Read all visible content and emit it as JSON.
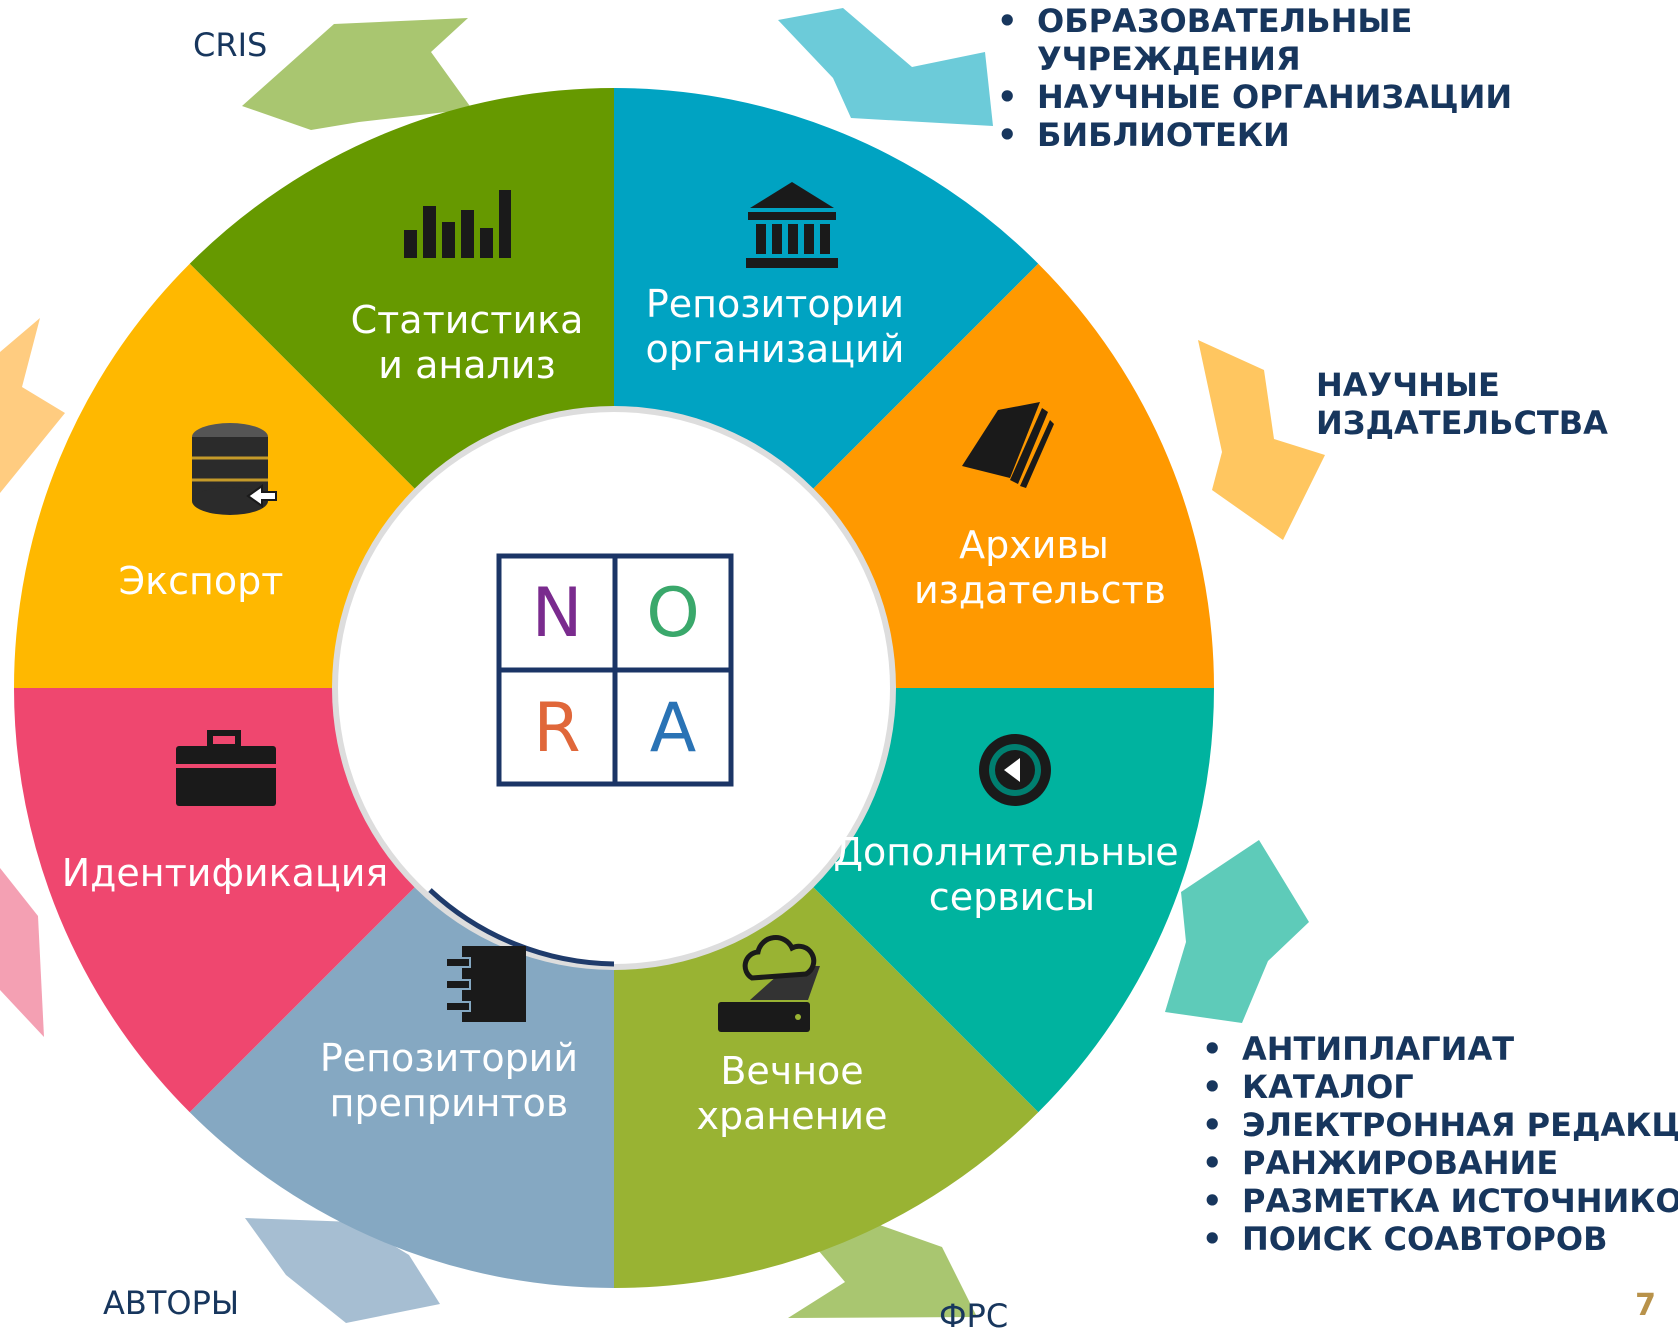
{
  "center_logo": {
    "letters": [
      "N",
      "O",
      "R",
      "A"
    ]
  },
  "segments": {
    "stats": {
      "line1": "Статистика",
      "line2": "и анализ"
    },
    "org_repos": {
      "line1": "Репозитории",
      "line2": "организаций"
    },
    "publisher_archives": {
      "line1": "Архивы",
      "line2": "издательств"
    },
    "extra_services": {
      "line1": "Дополнительные",
      "line2": "сервисы"
    },
    "preservation": {
      "line1": "Вечное",
      "line2": "хранение"
    },
    "preprints": {
      "line1": "Репозиторий",
      "line2": "препринтов"
    },
    "identification": {
      "line1": "Идентификация"
    },
    "export": {
      "line1": "Экспорт"
    }
  },
  "external": {
    "cris": "CRIS",
    "institutions": [
      "ОБРАЗОВАТЕЛЬНЫЕ УЧРЕЖДЕНИЯ",
      "НАУЧНЫЕ ОРГАНИЗАЦИИ",
      "БИБЛИОТЕКИ"
    ],
    "publishers": [
      "НАУЧНЫЕ",
      "ИЗДАТЕЛЬСТВА"
    ],
    "services": [
      "АНТИПЛАГИАТ",
      "КАТАЛОГ",
      "ЭЛЕКТРОННАЯ РЕДАКЦИЯ",
      "РАНЖИРОВАНИЕ",
      "РАЗМЕТКА ИСТОЧНИКОВ",
      "ПОИСК СОАВТОРОВ"
    ],
    "authors": "АВТОРЫ",
    "frs": "ФРС"
  },
  "page_number": "7",
  "colors": {
    "stats": "#669900",
    "org_repos": "#00a3c2",
    "publisher_archives": "#ff9900",
    "extra_services": "#00b39f",
    "preservation": "#99b333",
    "preprints": "#85a8c2",
    "identification": "#ef476f",
    "export": "#ffb800",
    "text_dark": "#17365d"
  }
}
